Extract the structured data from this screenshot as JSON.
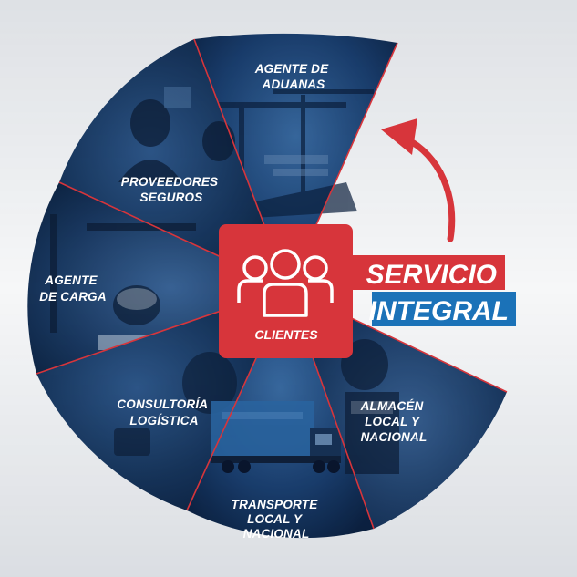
{
  "colors": {
    "accent_red": "#d7353b",
    "accent_blue": "#1b72b8",
    "segment_dark": "#0f2a4d",
    "text": "#ffffff"
  },
  "segments": [
    {
      "id": "aduanas",
      "lines": [
        "AGENTE DE",
        "ADUANAS"
      ]
    },
    {
      "id": "proveedores",
      "lines": [
        "PROVEEDORES",
        "SEGUROS"
      ]
    },
    {
      "id": "carga",
      "lines": [
        "AGENTE",
        "DE CARGA"
      ]
    },
    {
      "id": "consultoria",
      "lines": [
        "CONSULTORÍA",
        "LOGÍSTICA"
      ]
    },
    {
      "id": "transporte",
      "lines": [
        "TRANSPORTE",
        "LOCAL Y",
        "NACIONAL"
      ]
    },
    {
      "id": "almacen",
      "lines": [
        "ALMACÉN",
        "LOCAL Y",
        "NACIONAL"
      ]
    }
  ],
  "center": {
    "label": "CLIENTES",
    "icon": "people-group-icon"
  },
  "tag": {
    "line1": "SERVICIO",
    "line2": "INTEGRAL"
  },
  "arrow_icon": "curved-arrow-icon"
}
